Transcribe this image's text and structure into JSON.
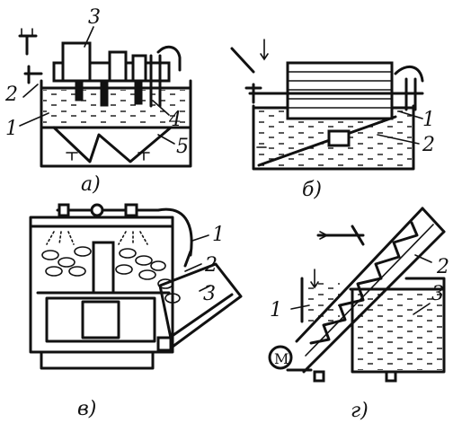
{
  "panels": {
    "a": {
      "caption": "а)",
      "labels": [
        "3",
        "2",
        "1",
        "4",
        "5"
      ]
    },
    "b": {
      "caption": "б)",
      "labels": [
        "1",
        "2"
      ]
    },
    "v": {
      "caption": "в)",
      "labels": [
        "1",
        "2",
        "3"
      ]
    },
    "g": {
      "caption": "г)",
      "labels": [
        "2",
        "1",
        "3"
      ],
      "motor": "M"
    }
  }
}
